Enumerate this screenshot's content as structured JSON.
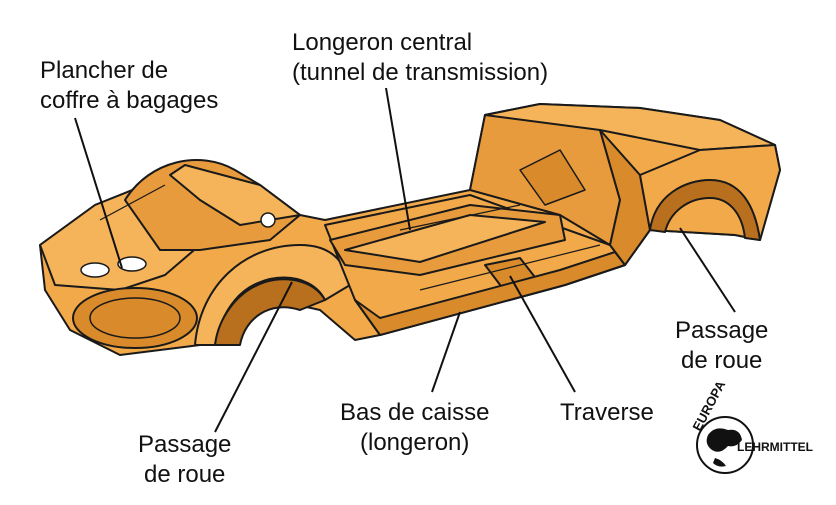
{
  "labels": {
    "plancher_line1": "Plancher de",
    "plancher_line2": "coffre à bagages",
    "longeron_line1": "Longeron central",
    "longeron_line2": "(tunnel de transmission)",
    "passage_right_line1": "Passage",
    "passage_right_line2": "de roue",
    "bas_line1": "Bas de caisse",
    "bas_line2": "(longeron)",
    "traverse": "Traverse",
    "passage_left_line1": "Passage",
    "passage_left_line2": "de roue"
  },
  "logo": {
    "top": "EUROPA",
    "right": "LEHRMITTEL"
  },
  "colors": {
    "body_fill": "#F2A94A",
    "body_shade": "#D98A2B",
    "body_dark": "#B8701E",
    "outline": "#1a1a1a",
    "text": "#111111"
  }
}
